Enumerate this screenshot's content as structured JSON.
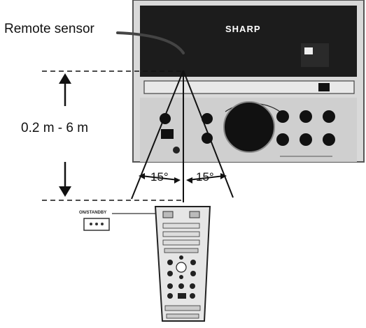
{
  "labels": {
    "remote_sensor": "Remote sensor",
    "distance": "0.2 m - 6 m",
    "angle_left": "15°",
    "angle_right": "15°",
    "brand": "SHARP",
    "standby_button": "ON/STANDBY"
  },
  "colors": {
    "unit_body": "#d9d9d9",
    "unit_panel": "#1c1c1c",
    "remote_body": "#e6e6e6",
    "line": "#111111"
  },
  "icons": [
    "arrow-up-icon",
    "arrow-down-icon",
    "volume-knob-icon"
  ]
}
